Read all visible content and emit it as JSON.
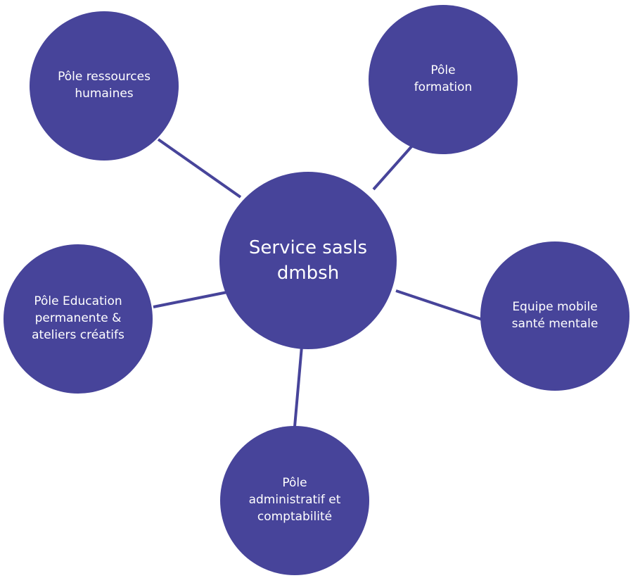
{
  "colors": {
    "node_fill": "#47449a",
    "connector": "#47449a",
    "text": "#ffffff",
    "background": "#ffffff"
  },
  "center": {
    "label": "Service sasls\ndmbsh"
  },
  "satellites": [
    {
      "id": "rh",
      "label": "Pôle ressources\nhumaines"
    },
    {
      "id": "formation",
      "label": "Pôle\nformation"
    },
    {
      "id": "education",
      "label": "Pôle Education\npermanente &\nateliers créatifs"
    },
    {
      "id": "mobile",
      "label": "Equipe mobile\nsanté mentale"
    },
    {
      "id": "admin",
      "label": "Pôle\nadministratif et\ncomptabilité"
    }
  ]
}
